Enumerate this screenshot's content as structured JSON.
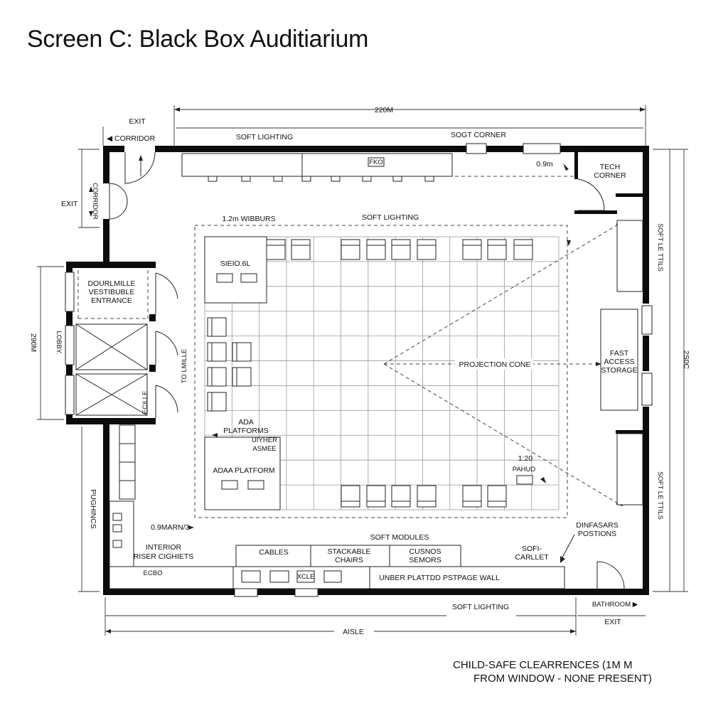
{
  "title": "Screen C: Black Box Auditiarium",
  "labels": {
    "exit_top": "EXIT",
    "corridor": "◀ CORRIDOR",
    "dim_width": "220M",
    "soft_lighting_top": "SOFT LIGHTING",
    "soft_corner": "SOGT CORNER",
    "tech_corner_1": "TECH",
    "tech_corner_2": "CORNER",
    "clearance_09m": "0.9m",
    "fko": "FKO",
    "exit_left": "EXIT",
    "corridor_vertical": "CORRIDOR",
    "width_12m": "1.2m WIBBURS",
    "soft_lighting_mid": "SOFT LIGHTING",
    "stage_soft": "SIEIO.6L",
    "soft_lites_right_top": "SOFT LE TTILS",
    "vestibule_1": "DOURLMILLE",
    "vestibule_2": "VESTIBUBLE",
    "vestibule_3": "ENTRANCE",
    "dim_height_left": "290M",
    "lobby": "LOBBY.",
    "to_mile": "TO LMILLE",
    "projection_cone": "PROJECTION CONE",
    "fast_storage_1": "FAST",
    "fast_storage_2": "ACCESS",
    "fast_storage_3": "STORAGE",
    "dim_height_right": "2S0C",
    "ecille": "ECILLE",
    "ada_platforms_1": "ADA",
    "ada_platforms_2": "PLATFORMS",
    "uiyher_1": "UIYHER",
    "uiyher_2": "ASMEE",
    "ada_platform": "ADAA PLATFORM",
    "scale_1": "1:20",
    "scale_2": "PAHUD",
    "soft_lites_right_bottom": "SOFT LE TTILS",
    "pughincs": "PUGHINCS",
    "clear_09m_bottom": "0.9MARN/3-",
    "interior_1": "INTERIOR",
    "interior_2": "RISER CIGHIETS",
    "soft_modules": "SOFT MODULES",
    "cables": "CABLES",
    "stackable_1": "STACKABLE",
    "stackable_2": "CHAIRS",
    "cusnos_1": "CUSNOS",
    "cusnos_2": "SEMORS",
    "dinfasars_1": "DINFASARS",
    "dinfasars_2": "POSTIONS",
    "sofi_1": "SOFI-",
    "sofi_2": "CARLLET",
    "under_platform": "UNBER PLATTDD PSTPAGE WALL",
    "ecbo": "ECBO",
    "xcle": "XCLE",
    "soft_lighting_bottom": "SOFT LIGHTING",
    "bathroom": "BATHROOM ▶",
    "exit_bottom": "EXIT",
    "aisle": "AISLE",
    "note_line1": "CHILD-SAFE CLEARRENCES (1M M",
    "note_line2": "FROM WINDOW - NONE PRESENT)"
  }
}
